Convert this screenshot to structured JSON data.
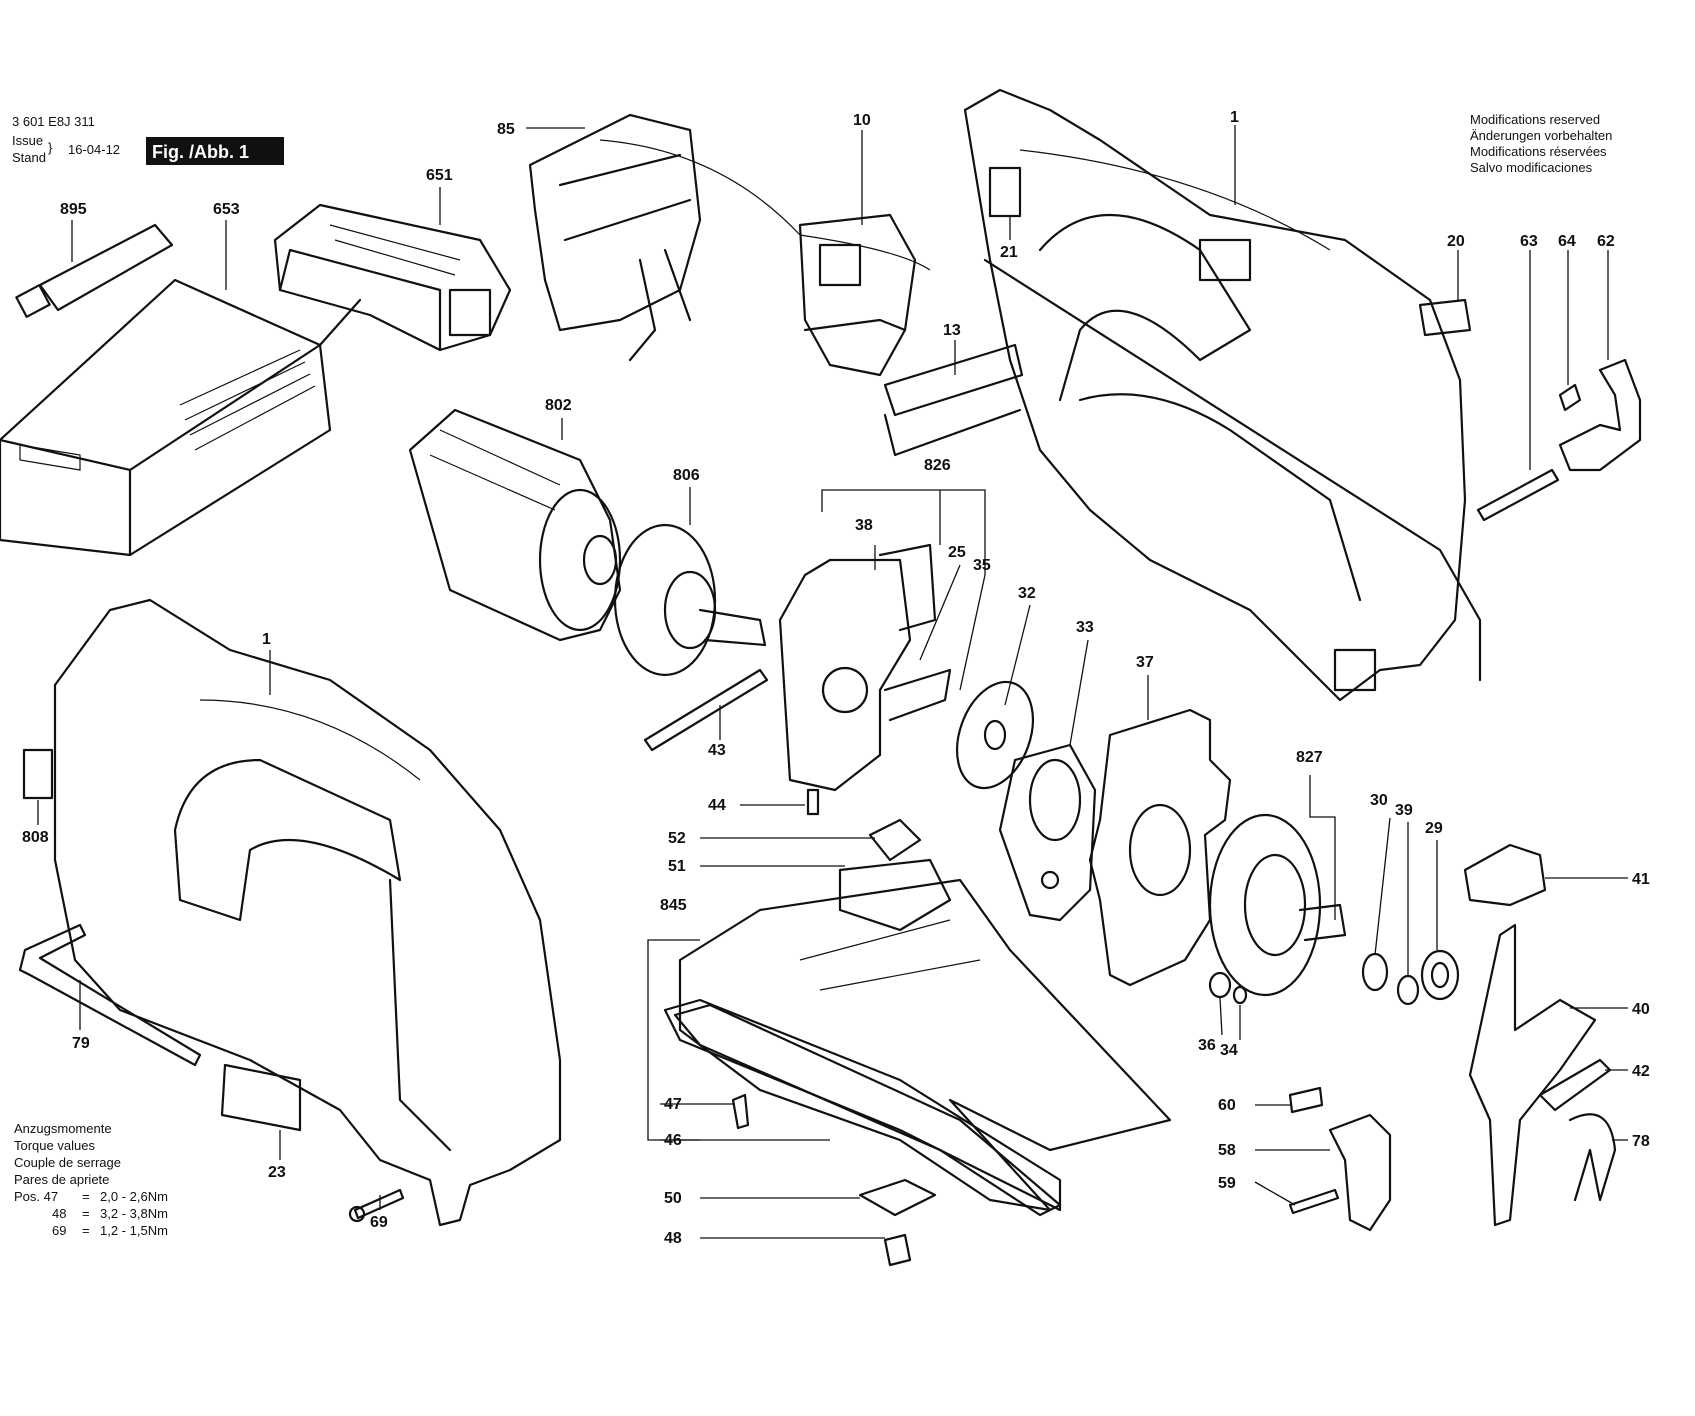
{
  "header": {
    "doc_number": "3 601 E8J 311",
    "issue_label": "Issue",
    "stand_label": "Stand",
    "issue_date": "16-04-12",
    "fig_label": "Fig. /Abb. 1"
  },
  "modifications_note": [
    "Modifications reserved",
    "Änderungen vorbehalten",
    "Modifications réservées",
    "Salvo modificaciones"
  ],
  "torque_note": {
    "lines": [
      "Anzugsmomente",
      "Torque values",
      "Couple de serrage",
      "Pares de apriete"
    ],
    "rows": [
      {
        "label": "Pos. 47",
        "eq": "=",
        "value": "2,0 - 2,6Nm"
      },
      {
        "label": "48",
        "eq": "=",
        "value": "3,2 - 3,8Nm"
      },
      {
        "label": "69",
        "eq": "=",
        "value": "1,2 - 1,5Nm"
      }
    ]
  },
  "part_numbers": {
    "p895": "895",
    "p653": "653",
    "p651": "651",
    "p85": "85",
    "p10": "10",
    "p1_top": "1",
    "p21": "21",
    "p20": "20",
    "p63": "63",
    "p64": "64",
    "p62": "62",
    "p13": "13",
    "p802": "802",
    "p806": "806",
    "p826": "826",
    "p38": "38",
    "p25": "25",
    "p35": "35",
    "p32": "32",
    "p33": "33",
    "p37": "37",
    "p43": "43",
    "p44": "44",
    "p1_bottom": "1",
    "p808": "808",
    "p79": "79",
    "p23": "23",
    "p69": "69",
    "p52": "52",
    "p51": "51",
    "p845": "845",
    "p47": "47",
    "p46": "46",
    "p50": "50",
    "p48": "48",
    "p827": "827",
    "p30": "30",
    "p39": "39",
    "p29": "29",
    "p36": "36",
    "p34": "34",
    "p41": "41",
    "p40": "40",
    "p42": "42",
    "p78": "78",
    "p60": "60",
    "p58": "58",
    "p59": "59"
  }
}
